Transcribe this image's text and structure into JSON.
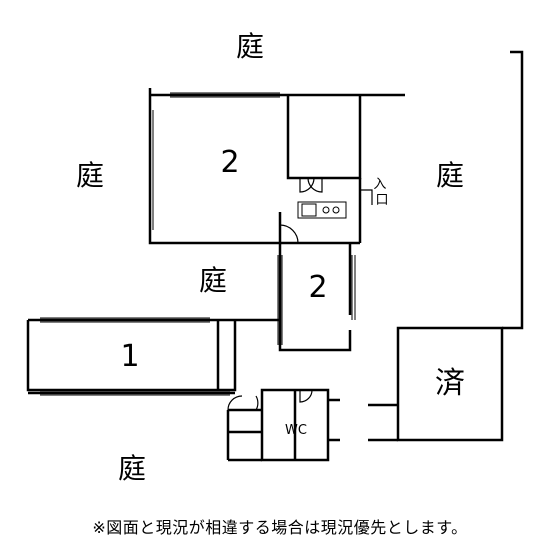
{
  "floor_plan": {
    "garden_label": "庭",
    "entrance_label": "入口",
    "rooms": {
      "upper_room": "2",
      "middle_room": "2",
      "left_room": "1",
      "toilet": "WC",
      "completed_building": "済"
    },
    "note": "※図面と現況が相違する場合は現況優先とします。"
  }
}
